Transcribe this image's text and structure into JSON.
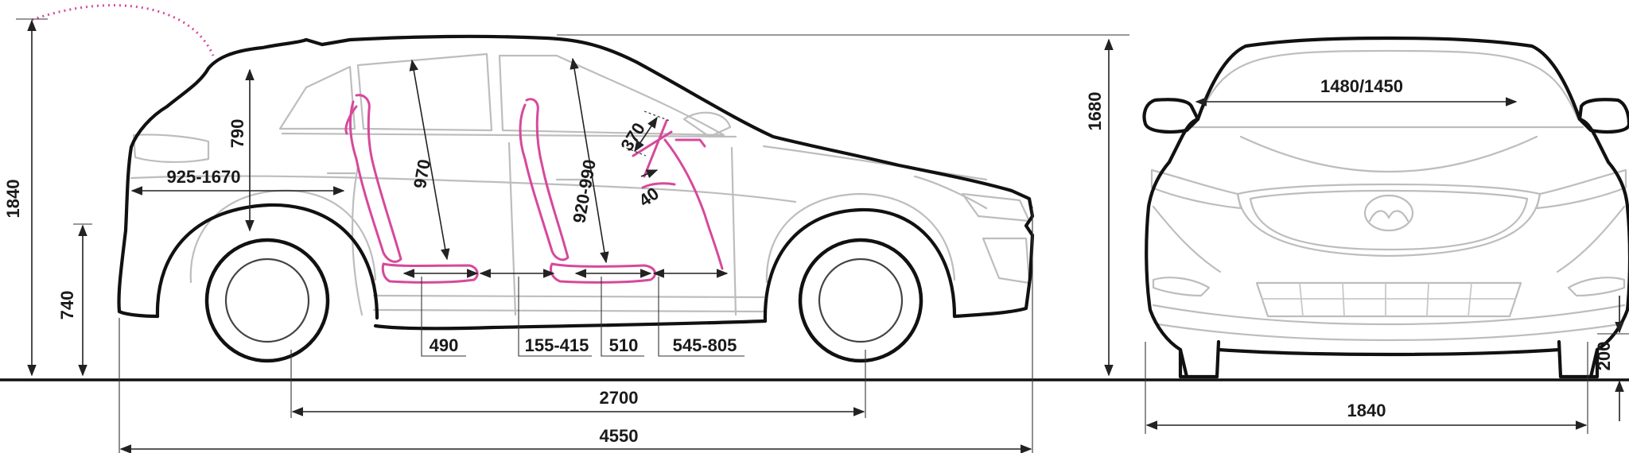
{
  "dimensions": {
    "overall_height": "1840",
    "hip_point_height": "740",
    "liftgate_opening_height": "790",
    "cargo_length": "925-1670",
    "front_headroom": "970",
    "rear_headroom": "920-990",
    "steering_wheel_diameter": "370",
    "steering_offset": "40",
    "rear_cushion_length": "490",
    "couple_distance": "155-415",
    "front_cushion_length": "510",
    "front_legroom": "545-805",
    "wheelbase": "2700",
    "overall_length": "4550",
    "roof_height": "1680",
    "tread": "1480/1450",
    "overall_width": "1840",
    "ground_clearance": "200"
  },
  "colors": {
    "outline": "#111111",
    "detail": "#bdbdbd",
    "interior_pink": "#d6499b"
  },
  "icons": {
    "badge": "mazda-logo-icon"
  }
}
